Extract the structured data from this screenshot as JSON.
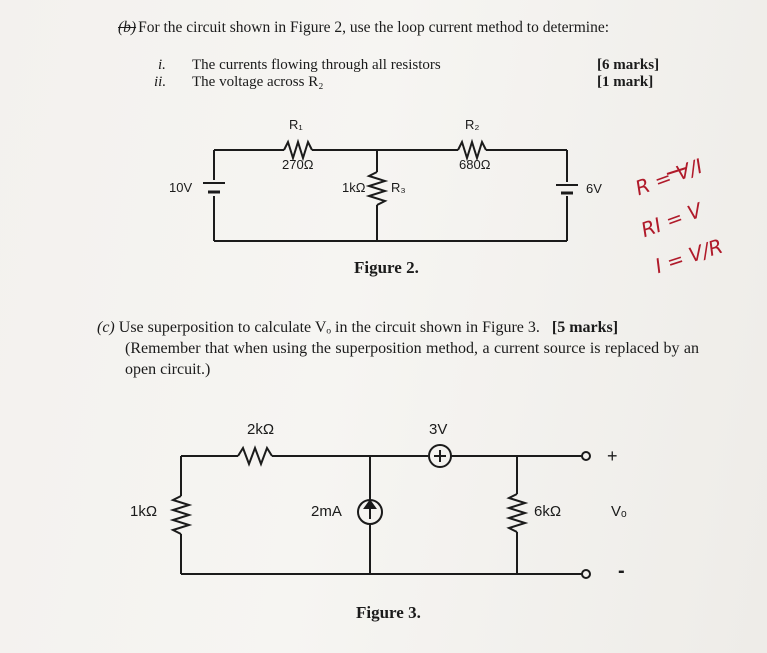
{
  "question_b": {
    "label": "(b)",
    "text": "For the circuit shown in Figure 2, use the loop current method to determine:",
    "items": [
      {
        "num": "i.",
        "text": "The currents flowing through all resistors",
        "marks": "[6 marks]"
      },
      {
        "num": "ii.",
        "text": "The voltage across R₂",
        "marks": "[1 mark]"
      }
    ]
  },
  "figure2": {
    "caption": "Figure 2.",
    "r1_label": "R₁",
    "r1_value": "270Ω",
    "r2_label": "R₂",
    "r2_value": "680Ω",
    "r3_label": "R₃",
    "r3_value": "1kΩ",
    "source_left": "10V",
    "source_right": "6V"
  },
  "handwriting": {
    "line1": "R = V/I",
    "line2": "RI = V",
    "line3": "I = V/R"
  },
  "question_c": {
    "label": "(c)",
    "text": "Use superposition to calculate Vₒ in the circuit shown in Figure 3.",
    "marks": "[5 marks]",
    "note": "(Remember that when using the superposition method, a current source is replaced by an open circuit.)"
  },
  "figure3": {
    "caption": "Figure 3.",
    "r_top": "2kΩ",
    "r_left": "1kΩ",
    "current_source": "2mA",
    "voltage_source": "3V",
    "r_right": "6kΩ",
    "output_label": "Vₒ",
    "plus": "+",
    "minus": "-"
  }
}
